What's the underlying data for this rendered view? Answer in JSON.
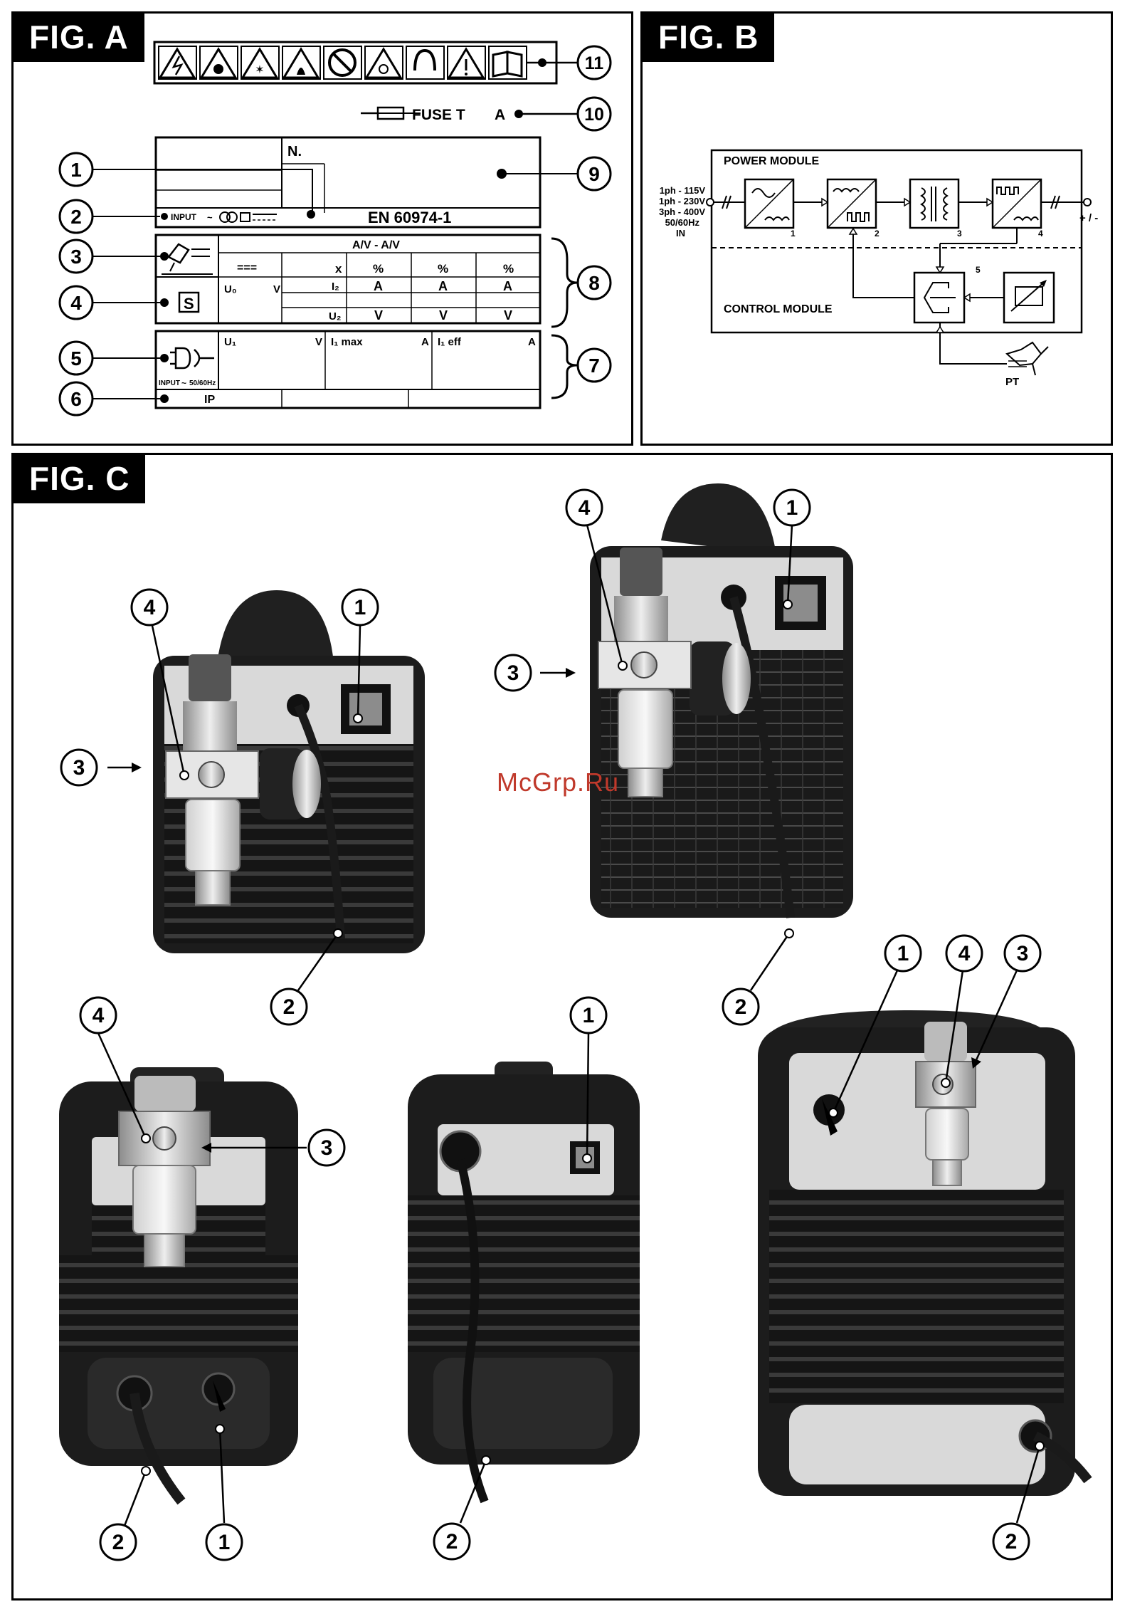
{
  "figA": {
    "title": "FIG. A",
    "fuse_label": "FUSE T",
    "fuse_unit": "A",
    "number_label": "N.",
    "standard": "EN 60974-1",
    "input_label": "INPUT",
    "input_freq_label": "INPUT",
    "input_freq": "50/60Hz",
    "av_header": "A/V - A/V",
    "dc_symbol": "===",
    "u0": "U₀",
    "v": "V",
    "x": "x",
    "pct": "%",
    "i2": "I₂",
    "a": "A",
    "u2": "U₂",
    "s_symbol": "S",
    "u1": "U₁",
    "i1max": "I₁ max",
    "i1eff": "I₁ eff",
    "ip": "IP",
    "callouts": [
      "1",
      "2",
      "3",
      "4",
      "5",
      "6",
      "7",
      "8",
      "9",
      "10",
      "11"
    ]
  },
  "figB": {
    "title": "FIG. B",
    "power_module": "POWER MODULE",
    "control_module": "CONTROL MODULE",
    "inputs": [
      "1ph - 115V",
      "1ph - 230V",
      "3ph - 400V",
      "50/60Hz",
      "IN"
    ],
    "output": "+ / -",
    "pt": "PT",
    "block_numbers": [
      "1",
      "2",
      "3",
      "4",
      "5"
    ]
  },
  "figC": {
    "title": "FIG. C",
    "callouts": [
      "1",
      "2",
      "3",
      "4"
    ]
  },
  "watermark": "McGrp.Ru"
}
